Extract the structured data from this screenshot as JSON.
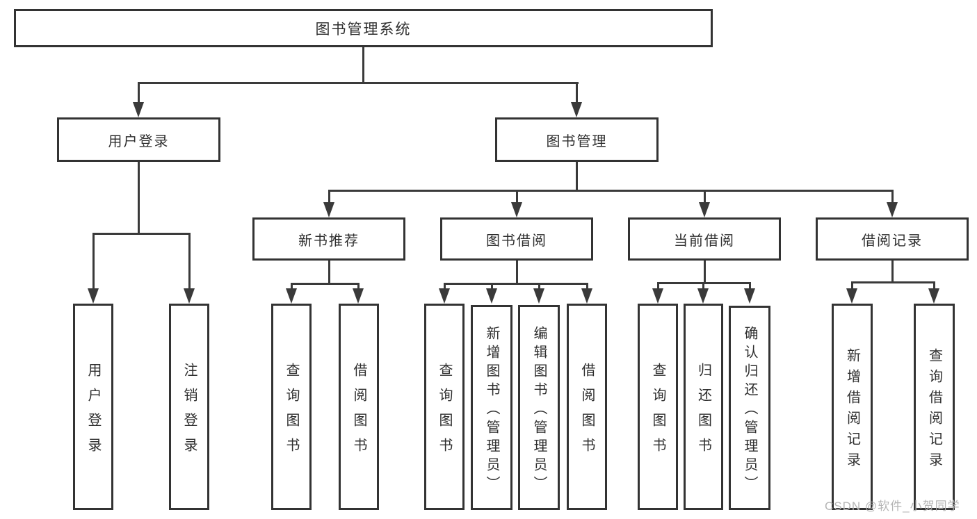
{
  "diagram_type": "tree",
  "colors": {
    "line": "#3a3a3a",
    "box_border": "#333333",
    "text": "#2e2e2e",
    "watermark": "#b5b5b5",
    "background": "#ffffff"
  },
  "tree": {
    "root": {
      "label": "图书管理系统"
    },
    "children": [
      {
        "label": "用户登录",
        "children": [
          {
            "label": "用户登录"
          },
          {
            "label": "注销登录"
          }
        ]
      },
      {
        "label": "图书管理",
        "children": [
          {
            "label": "新书推荐",
            "children": [
              {
                "label": "查询图书"
              },
              {
                "label": "借阅图书"
              }
            ]
          },
          {
            "label": "图书借阅",
            "children": [
              {
                "label": "查询图书"
              },
              {
                "label": "新增图书（管理员）"
              },
              {
                "label": "编辑图书（管理员）"
              },
              {
                "label": "借阅图书"
              }
            ]
          },
          {
            "label": "当前借阅",
            "children": [
              {
                "label": "查询图书"
              },
              {
                "label": "归还图书"
              },
              {
                "label": "确认归还（管理员）"
              }
            ]
          },
          {
            "label": "借阅记录",
            "children": [
              {
                "label": "新增借阅记录"
              },
              {
                "label": "查询借阅记录"
              }
            ]
          }
        ]
      }
    ]
  },
  "watermark": {
    "text": "CSDN @软件_小贺同学"
  }
}
